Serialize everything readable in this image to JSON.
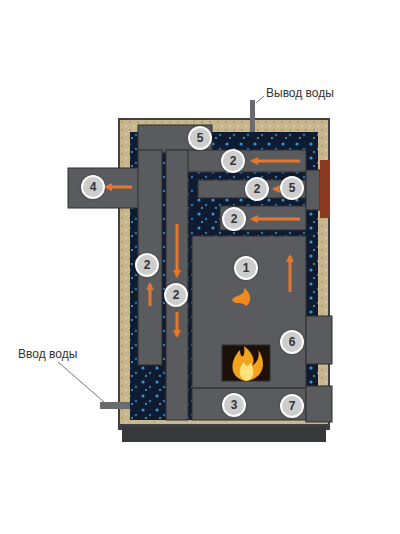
{
  "diagram": {
    "labels": [
      "Вывод воды",
      "5",
      "2",
      "4",
      "2",
      "5",
      "2",
      "1",
      "2",
      "2",
      "6",
      "Ввод воды",
      "3",
      "7"
    ]
  }
}
